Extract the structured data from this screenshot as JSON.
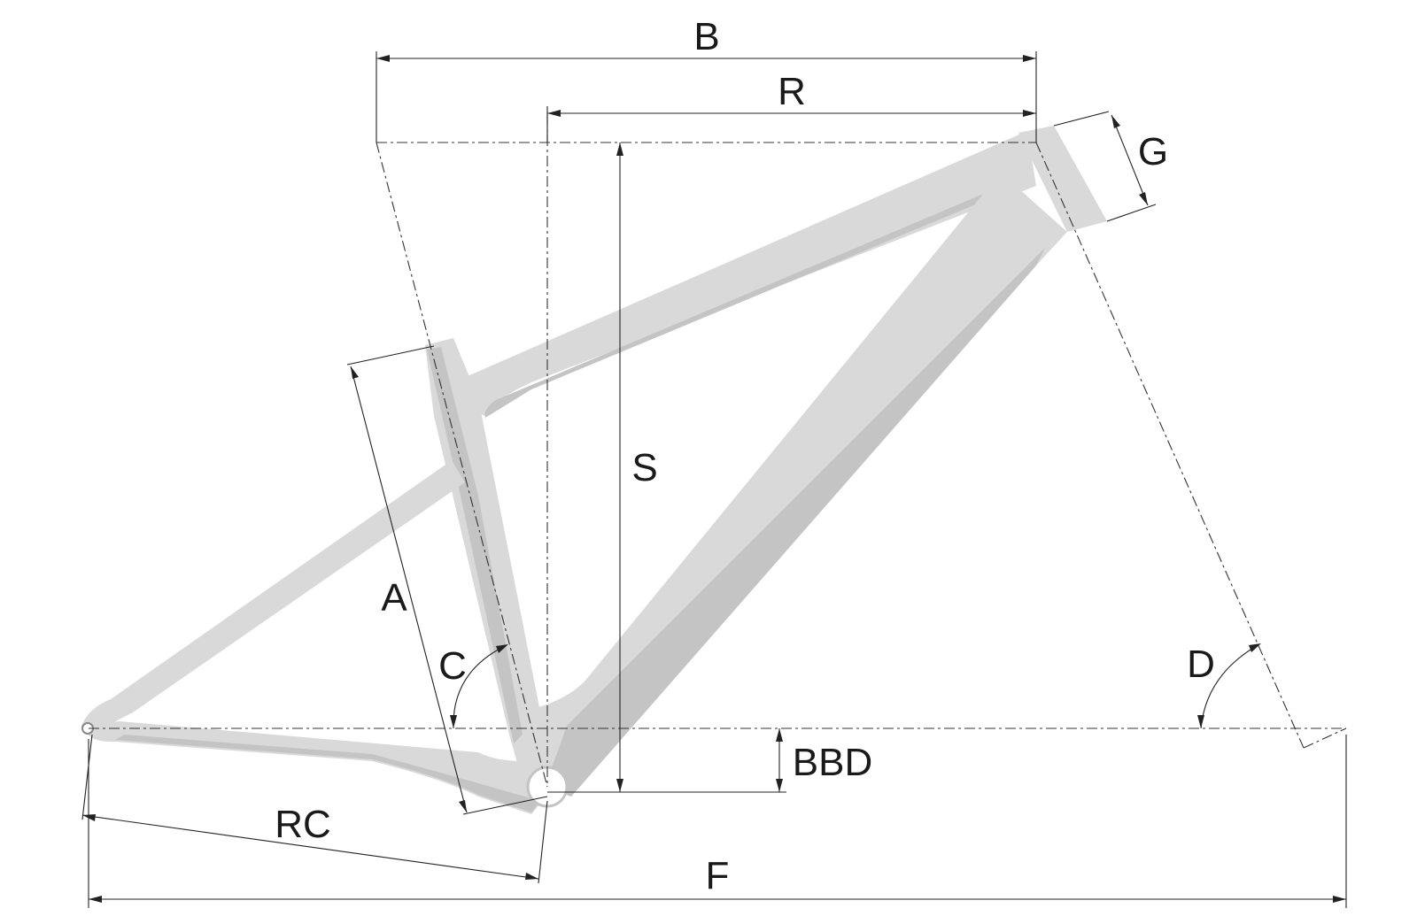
{
  "labels": {
    "B": "B",
    "R": "R",
    "G": "G",
    "S": "S",
    "A": "A",
    "C": "C",
    "D": "D",
    "BBD": "BBD",
    "RC": "RC",
    "F": "F"
  },
  "colors": {
    "frame": "#d9d9d9",
    "frame_shade": "#c4c4c4",
    "lines": "#222222",
    "background": "#ffffff"
  }
}
